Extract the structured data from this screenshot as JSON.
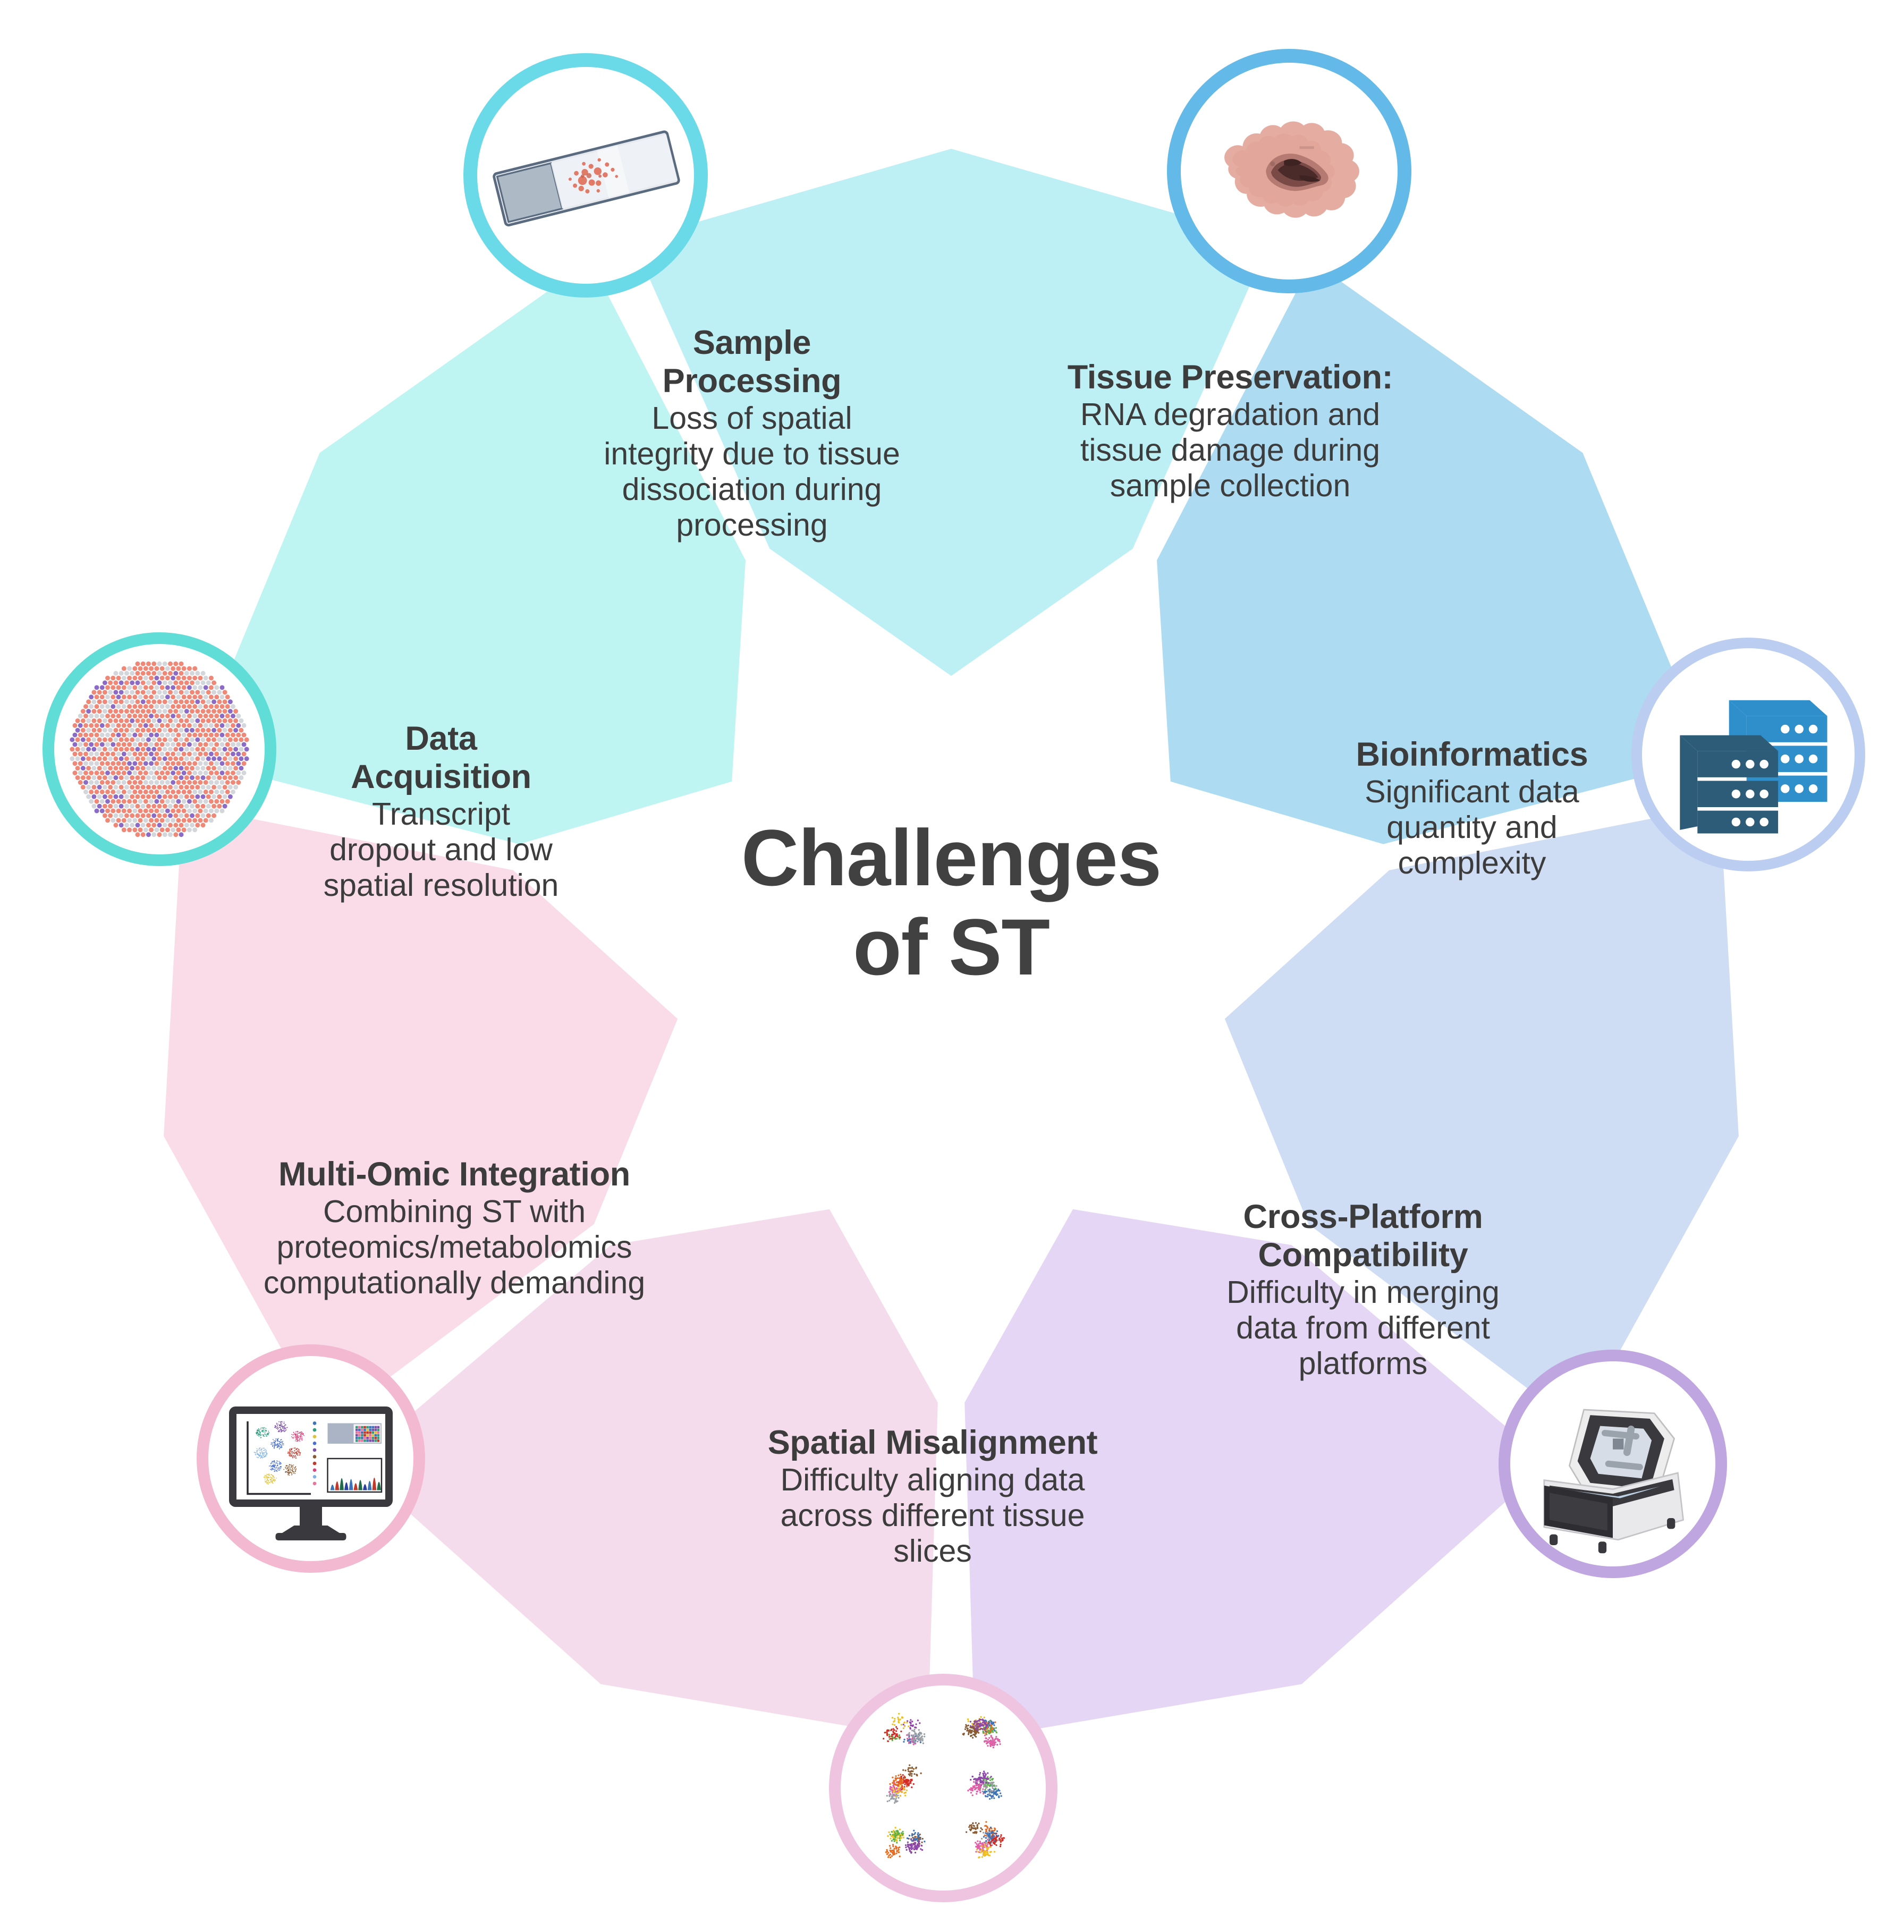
{
  "center": {
    "line1": "Challenges",
    "line2": "of ST"
  },
  "colors": {
    "sample_processing": "#BDF0F4",
    "tissue_preservation": "#ADDCF2",
    "bioinformatics": "#CEDCF4",
    "cross_platform": "#E4D6F4",
    "spatial_misalignment": "#F5DCEC",
    "multi_omic": "#FADCE8",
    "data_acquisition": "#BEF5F2",
    "text": "#3C3C3C",
    "center_text": "#414141",
    "ring_gap": "#FFFFFF"
  },
  "segments": [
    {
      "id": "sample-processing",
      "title": "Sample Processing",
      "title_lines": [
        "Sample",
        "Processing"
      ],
      "description": "Loss of spatial integrity due to tissue dissociation during processing",
      "desc_lines": [
        "Loss of spatial",
        "integrity due to tissue",
        "dissociation during",
        "processing"
      ],
      "fill": "#BDF0F4",
      "icon": "microscope-slide-icon",
      "icon_ring": "#6BDAE8"
    },
    {
      "id": "tissue-preservation",
      "title": "Tissue Preservation:",
      "title_lines": [
        "Tissue Preservation:"
      ],
      "description": "RNA degradation and tissue damage during sample collection",
      "desc_lines": [
        "RNA degradation and",
        "tissue damage during",
        "sample collection"
      ],
      "fill": "#ADDCF2",
      "icon": "tumor-tissue-icon",
      "icon_ring": "#63B9E8"
    },
    {
      "id": "bioinformatics",
      "title": "Bioinformatics",
      "title_lines": [
        "Bioinformatics"
      ],
      "description": "Significant data quantity and complexity",
      "desc_lines": [
        "Significant data",
        "quantity and",
        "complexity"
      ],
      "fill": "#CEDCF4",
      "icon": "server-rack-icon",
      "icon_ring": "#BBCDF0"
    },
    {
      "id": "cross-platform-compatibility",
      "title": "Cross-Platform Compatibility",
      "title_lines": [
        "Cross-Platform",
        "Compatibility"
      ],
      "description": "Difficulty in merging data from different platforms",
      "desc_lines": [
        "Difficulty in merging",
        "data from different",
        "platforms"
      ],
      "fill": "#E4D6F4",
      "icon": "lab-instrument-icon",
      "icon_ring": "#BFA6E0"
    },
    {
      "id": "spatial-misalignment",
      "title": "Spatial Misalignment",
      "title_lines": [
        "Spatial Misalignment"
      ],
      "description": "Difficulty aligning data across different tissue slices",
      "desc_lines": [
        "Difficulty aligning data",
        "across different tissue",
        "slices"
      ],
      "fill": "#F5DCEC",
      "icon": "umap-clusters-icon",
      "icon_ring": "#EFC4E0"
    },
    {
      "id": "multi-omic-integration",
      "title": "Multi-Omic Integration",
      "title_lines": [
        "Multi-Omic Integration"
      ],
      "description": "Combining ST with proteomics/metabolomics computationally demanding",
      "desc_lines": [
        "Combining ST with",
        "proteomics/metabolomics",
        "computationally demanding"
      ],
      "fill": "#FADCE8",
      "icon": "monitor-analysis-icon",
      "icon_ring": "#F3B9D0"
    },
    {
      "id": "data-acquisition",
      "title": "Data Acquisition",
      "title_lines": [
        "Data",
        "Acquisition"
      ],
      "description": "Transcript dropout and low spatial resolution",
      "desc_lines": [
        "Transcript",
        "dropout and low",
        "spatial resolution"
      ],
      "fill": "#BEF5F2",
      "icon": "spatial-spots-icon",
      "icon_ring": "#5FDDD6"
    }
  ]
}
